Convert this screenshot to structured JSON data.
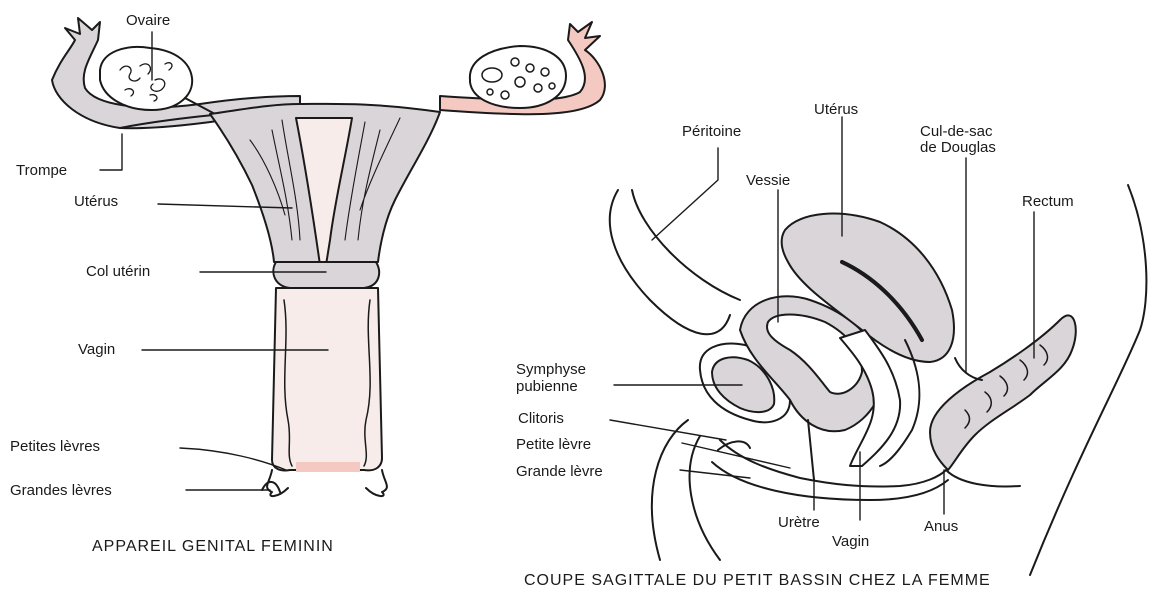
{
  "left_diagram": {
    "caption": "APPAREIL GENITAL FEMININ",
    "labels": {
      "ovaire": "Ovaire",
      "trompe": "Trompe",
      "uterus": "Utérus",
      "col_uterin": "Col utérin",
      "vagin": "Vagin",
      "petites_levres": "Petites lèvres",
      "grandes_levres": "Grandes lèvres"
    }
  },
  "right_diagram": {
    "caption": "COUPE SAGITTALE DU PETIT BASSIN CHEZ LA FEMME",
    "labels": {
      "peritoine": "Péritoine",
      "uterus": "Utérus",
      "cul_de_sac_1": "Cul-de-sac",
      "cul_de_sac_2": "de Douglas",
      "vessie": "Vessie",
      "rectum": "Rectum",
      "symphyse_1": "Symphyse",
      "symphyse_2": "pubienne",
      "clitoris": "Clitoris",
      "petite_levre": "Petite lèvre",
      "grande_levre": "Grande lèvre",
      "uretre": "Urètre",
      "vagin": "Vagin",
      "anus": "Anus"
    }
  },
  "colors": {
    "line": "#1a1a1a",
    "tissue": "#d9d5d8",
    "pink": "#f3c9c2",
    "cavity": "#f7ece9"
  }
}
